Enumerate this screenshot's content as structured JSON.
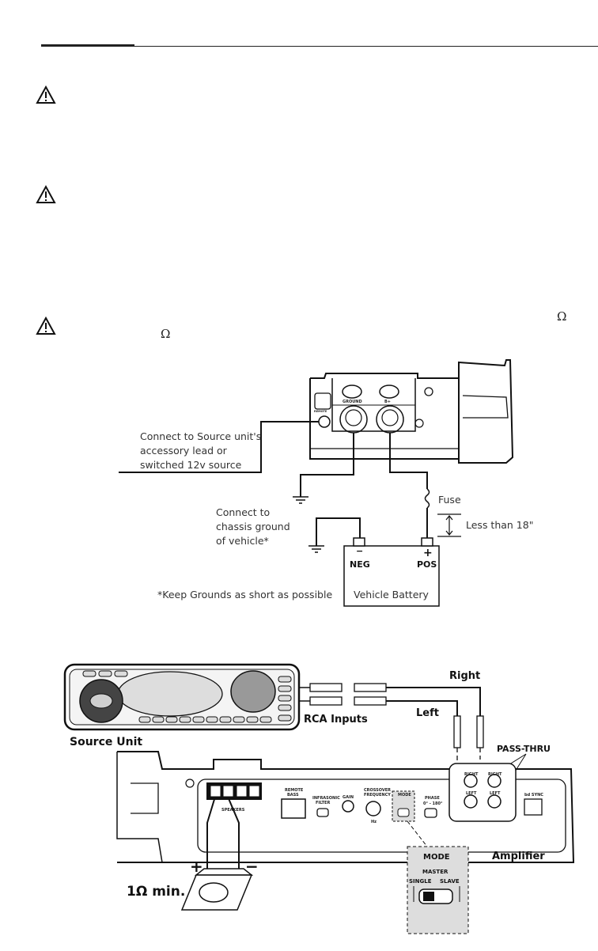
{
  "page": {
    "omega_symbol_1": "Ω",
    "omega_symbol_2": "Ω"
  },
  "icons": [
    "warning-triangle-icon"
  ],
  "power_diagram": {
    "remote_label": "REMOTE",
    "ground_terminal": "GROUND",
    "bplus_terminal": "B+",
    "remote_note": [
      "Connect to Source unit's",
      "accessory lead or",
      "switched 12v source"
    ],
    "chassis_note": [
      "Connect to",
      "chassis ground",
      "of vehicle*"
    ],
    "fuse_label": "Fuse",
    "distance_label": "Less than 18\"",
    "neg_label": "NEG",
    "pos_label": "POS",
    "neg_sign": "−",
    "pos_sign": "+",
    "battery_label": "Vehicle Battery",
    "ground_note": "*Keep Grounds as short as possible"
  },
  "signal_diagram": {
    "source_unit_label": "Source Unit",
    "rca_inputs_label": "RCA Inputs",
    "right_label": "Right",
    "left_label": "Left",
    "pass_thru_label": "PASS-THRU",
    "amplifier_label": "Amplifier",
    "speakers_label": "SPEAKERS",
    "remote_bass_label": [
      "REMOTE",
      "BASS"
    ],
    "infrasonic_label": [
      "INFRASONIC",
      "FILTER"
    ],
    "gain_label": "GAIN",
    "crossover_label": [
      "CROSSOVER",
      "FREQUENCY"
    ],
    "hz_label": "Hz",
    "phase_label": "PHASE",
    "phase_range": "0° - 180°",
    "mode_label": "MODE",
    "master_label": "MASTER",
    "single_label": "SINGLE",
    "slave_label": "SLAVE",
    "right_jack": "RIGHT",
    "left_jack": "LEFT",
    "sync_label": "bd SYNC",
    "speaker_plus": "+",
    "speaker_minus": "−",
    "min_impedance": "1Ω min."
  }
}
